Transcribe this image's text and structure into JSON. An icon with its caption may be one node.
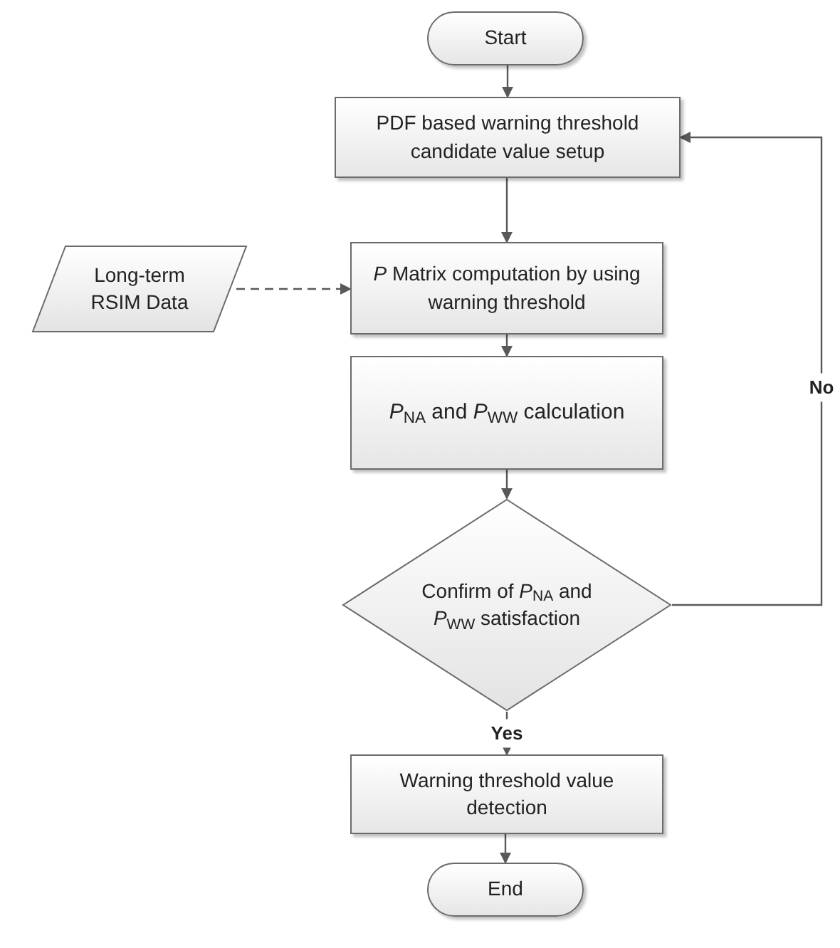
{
  "diagram": {
    "nodes": [
      {
        "text": [
          "Start"
        ]
      },
      {
        "text": [
          "PDF based warning threshold candidate value setup"
        ]
      },
      {
        "text": [
          "Long-term RSIM Data"
        ]
      },
      {
        "text": [
          "*P* Matrix computation by using warning threshold"
        ]
      },
      {
        "text": [
          "*P*$_{NA}$ and *P*$_{WW}$ calculation"
        ]
      },
      {
        "text": [
          "Confirm of *P*$_{NA}$ and *P*$_{WW}$ satisfaction"
        ]
      },
      {
        "text": [
          "Warning threshold value detection"
        ]
      },
      {
        "text": [
          "End"
        ]
      }
    ],
    "edges": [
      {
        "from": 0,
        "to": 1,
        "arrow": "to"
      },
      {
        "from": 1,
        "to": 3,
        "arrow": "to"
      },
      {
        "from": 2,
        "to": 3,
        "arrow": "to",
        "style": "dashed"
      },
      {
        "from": 3,
        "to": 4,
        "arrow": "to"
      },
      {
        "from": 4,
        "to": 5,
        "arrow": "to"
      },
      {
        "from": 5,
        "to": 6,
        "arrow": "to",
        "label": "Yes"
      },
      {
        "from": 5,
        "to": 1,
        "arrow": "to",
        "label": "No"
      },
      {
        "from": 6,
        "to": 7,
        "arrow": "to"
      }
    ]
  }
}
